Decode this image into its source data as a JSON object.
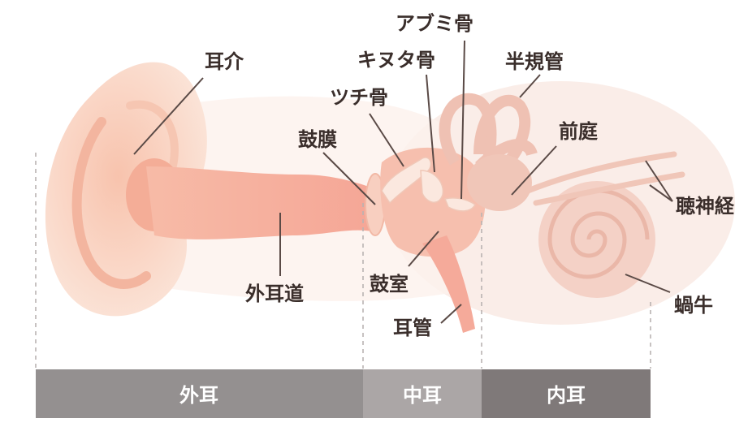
{
  "labels": {
    "auricle": "耳介",
    "external_canal": "外耳道",
    "eardrum": "鼓膜",
    "malleus": "ツチ骨",
    "incus": "キヌタ骨",
    "stapes": "アブミ骨",
    "semicircular": "半規管",
    "vestibule": "前庭",
    "auditory_nerve": "聴神経",
    "tympanic_cavity": "鼓室",
    "eustachian": "耳管",
    "cochlea": "蝸牛"
  },
  "sections": {
    "outer": "外耳",
    "middle": "中耳",
    "inner": "内耳"
  },
  "colors": {
    "skin_light": "#fbe3d6",
    "skin_mid": "#f7c9b6",
    "canal": "#f5aa9a",
    "inner_pale": "#f5dcd3",
    "bar_outer": "#949090",
    "bar_middle": "#aba6a6",
    "bar_inner": "#7f7979"
  }
}
